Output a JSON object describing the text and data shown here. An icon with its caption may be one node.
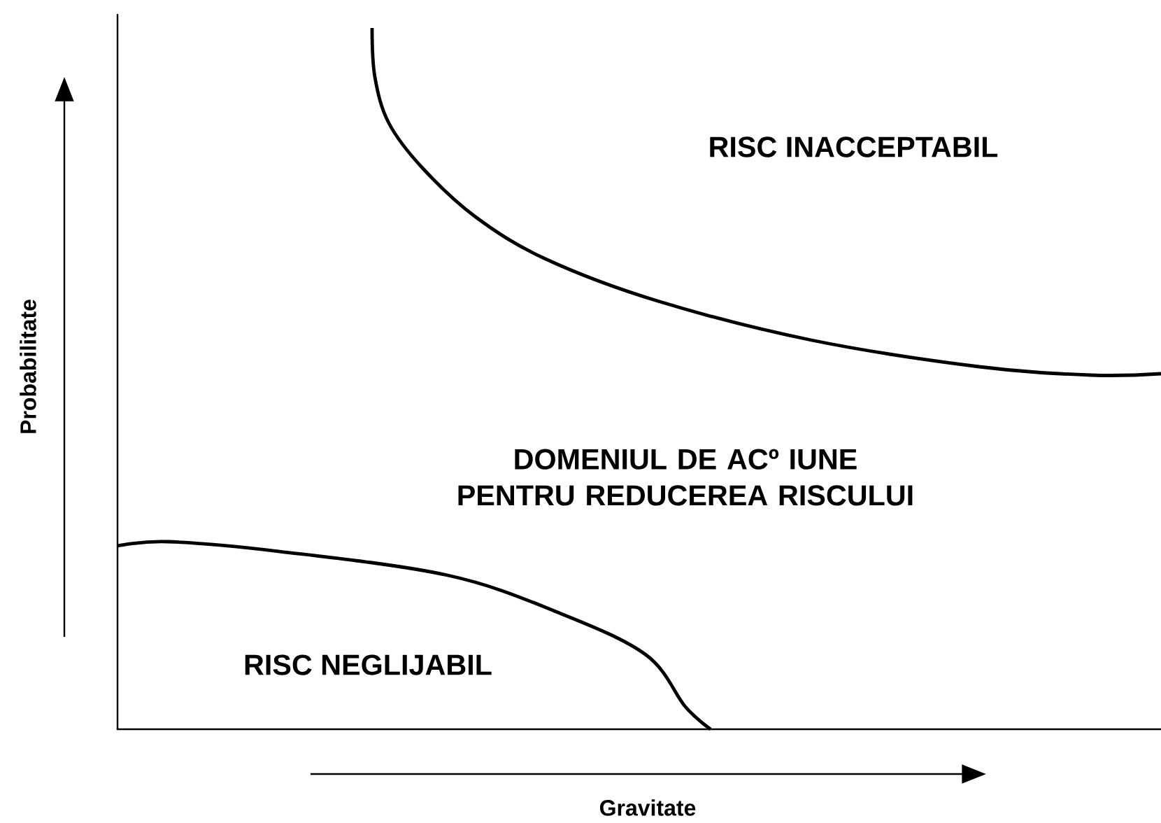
{
  "diagram": {
    "labels": [
      "RISC INACCEPTABIL",
      "DOMENIUL DE ACº IUNE PENTRU REDUCEREA RISCULUI",
      "Probabilitate",
      "RISC NEGLIJABIL",
      "Gravitate"
    ]
  }
}
